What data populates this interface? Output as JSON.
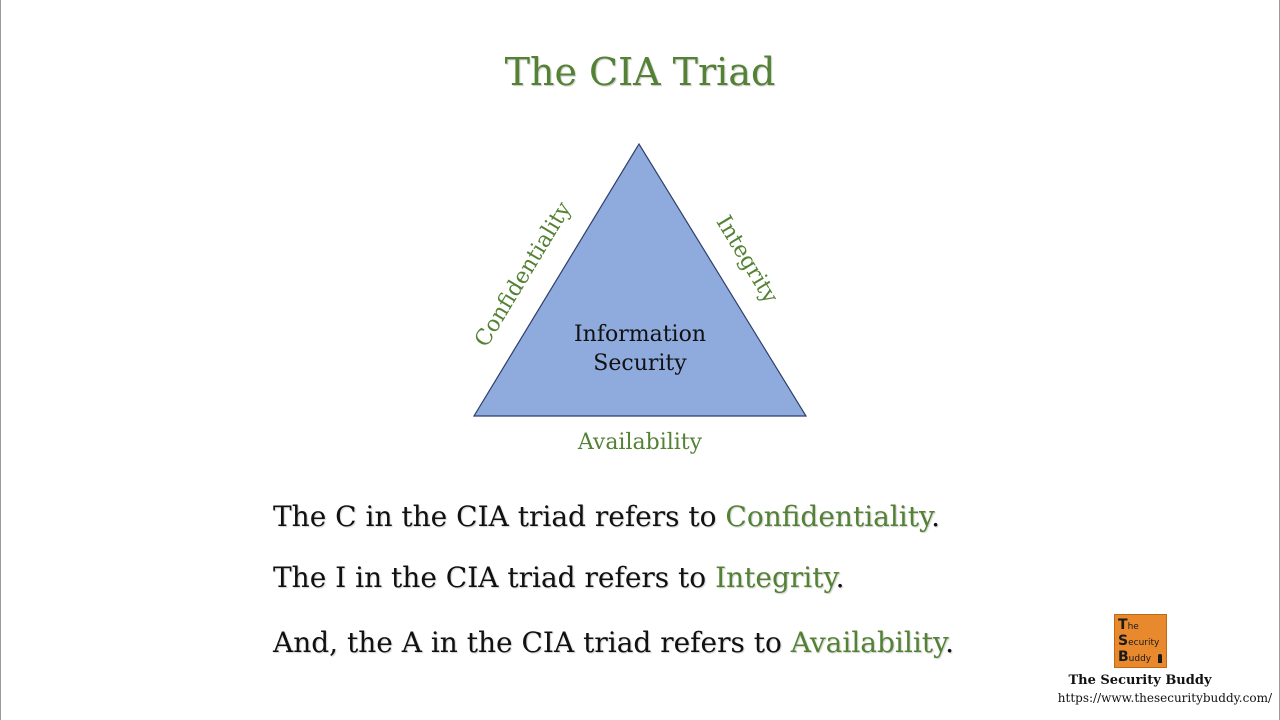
{
  "title": "The CIA Triad",
  "diagram": {
    "center_line1": "Information",
    "center_line2": "Security",
    "left_side": "Confidentiality",
    "right_side": "Integrity",
    "bottom_side": "Availability",
    "triangle_color": "#8faadc",
    "label_color": "#548235"
  },
  "sentences": [
    {
      "prefix": "The C in the CIA triad refers to ",
      "term": "Confidentiality",
      "suffix": "."
    },
    {
      "prefix": "The I in the CIA triad refers to ",
      "term": "Integrity",
      "suffix": "."
    },
    {
      "prefix": "And, the A in the CIA triad refers to ",
      "term": "Availability",
      "suffix": "."
    }
  ],
  "brand": {
    "logo_line1_initial": "T",
    "logo_line1_rest": "he",
    "logo_line2_initial": "S",
    "logo_line2_rest": "ecurity",
    "logo_line3_initial": "B",
    "logo_line3_rest": "uddy",
    "name": "The Security Buddy",
    "url": "https://www.thesecuritybuddy.com/"
  }
}
